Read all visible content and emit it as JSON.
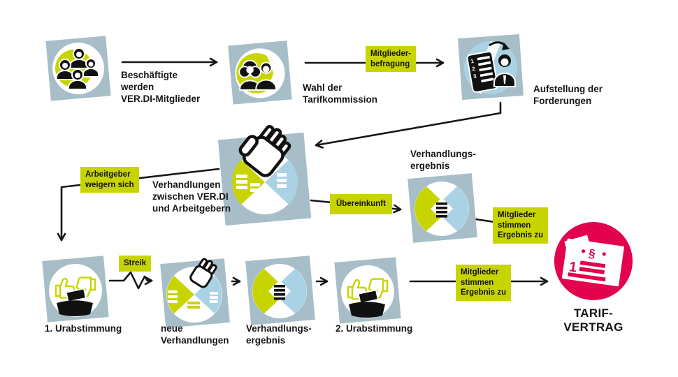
{
  "colors": {
    "green": "#c8d400",
    "bluegray": "#a7bec9",
    "lightblue": "#a9d3e5",
    "pink": "#e2024d",
    "ink": "#161616"
  },
  "steps": {
    "join": {
      "label": "Beschäftigte\nwerden\nVER.DI-Mitglieder"
    },
    "election": {
      "label": "Wahl der\nTarifkommission"
    },
    "demands": {
      "label": "Aufstellung der\nForderungen"
    },
    "negotiations": {
      "label": "Verhandlungen\nzwischen VER.DI\nund Arbeitgebern"
    },
    "result_mid": {
      "label": "Verhandlungs-\nergebnis"
    },
    "ballot1": {
      "label": "1. Urabstimmung"
    },
    "new_negotiations": {
      "label": "neue\nVerhandlungen"
    },
    "result_bottom": {
      "label": "Verhandlungs-\nergebnis"
    },
    "ballot2": {
      "label": "2. Urabstimmung"
    },
    "contract": {
      "label": "TARIF-\nVERTRAG"
    }
  },
  "edges": {
    "member_survey": {
      "label": "Mitglieder-\nbefragung"
    },
    "employers_refuse": {
      "label": "Arbeitgeber\nweigern sich"
    },
    "strike": {
      "label": "Streik"
    },
    "agreement": {
      "label": "Übereinkunft"
    },
    "members_approve_top": {
      "label": "Mitglieder\nstimmen\nErgebnis zu"
    },
    "members_approve_bottom": {
      "label": "Mitglieder\nstimmen\nErgebnis zu"
    }
  }
}
